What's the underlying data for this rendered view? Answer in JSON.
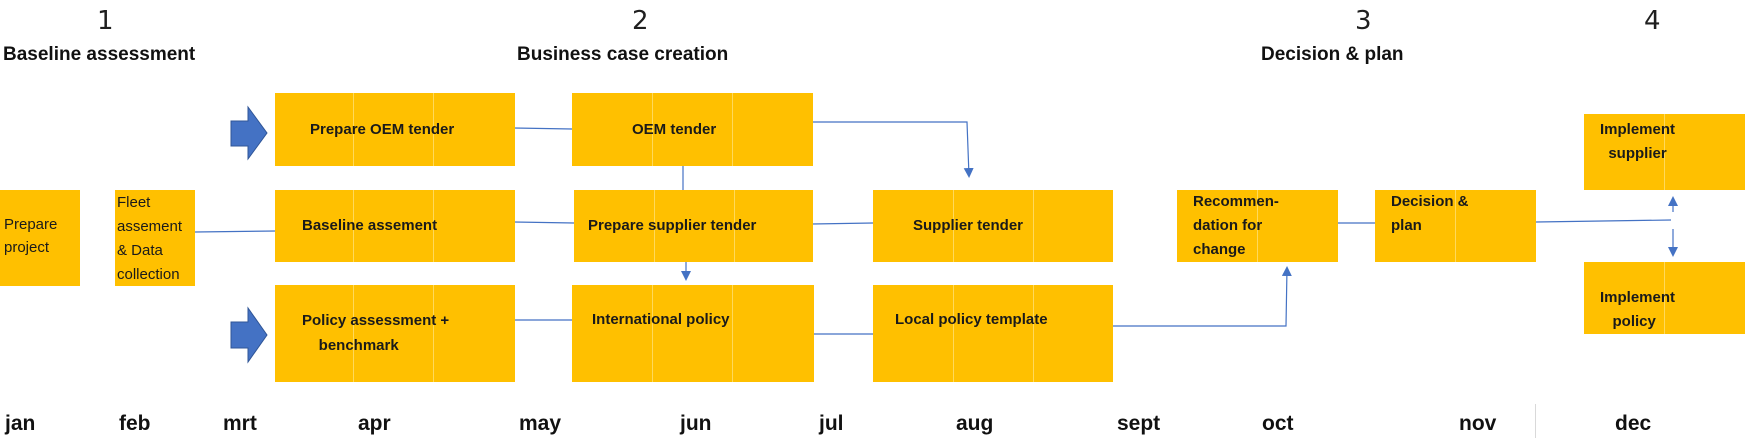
{
  "phases": [
    {
      "num": "1",
      "title": "Baseline assessment"
    },
    {
      "num": "2",
      "title": "Business case creation"
    },
    {
      "num": "3",
      "title": "Decision & plan"
    },
    {
      "num": "4",
      "title": ""
    }
  ],
  "tasks": {
    "prepare_project": "Prepare\nproject",
    "fleet_assessment": "Fleet\nassement\n& Data\ncollection",
    "prepare_oem_tender": "Prepare OEM tender",
    "oem_tender": "OEM tender",
    "baseline_assessment": "Baseline assement",
    "prepare_supplier_tender": "Prepare supplier tender",
    "supplier_tender": "Supplier tender",
    "policy_assessment": "Policy assessment +\n    benchmark",
    "international_policy": "International policy",
    "local_policy_template": "Local policy template",
    "recommendation": "Recommen-\ndation for\nchange",
    "decision_plan": "Decision &\nplan",
    "implement_supplier": "Implement\n  supplier",
    "implement_policy": "Implement\n   policy"
  },
  "months": [
    "jan",
    "feb",
    "mrt",
    "apr",
    "may",
    "jun",
    "jul",
    "aug",
    "sept",
    "oct",
    "nov",
    "dec"
  ],
  "colors": {
    "box": "#FFC000",
    "line": "#4472C4",
    "arrow": "#4472C4"
  }
}
